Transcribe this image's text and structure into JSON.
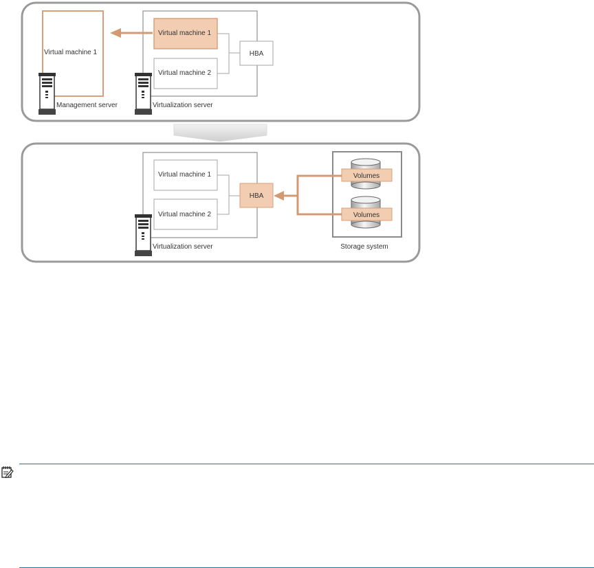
{
  "diagram": {
    "top_panel": {
      "management_server_label": "Management server",
      "virtualization_server_label": "Virtualization server",
      "vm_on_management": "Virtual machine 1",
      "vm1": "Virtual machine 1",
      "vm2": "Virtual machine 2",
      "hba": "HBA"
    },
    "bottom_panel": {
      "virtualization_server_label": "Virtualization server",
      "vm1": "Virtual machine 1",
      "vm2": "Virtual machine 2",
      "hba": "HBA",
      "storage_system_label": "Storage system",
      "volumes": [
        "Volumes",
        "Volumes"
      ]
    }
  },
  "note": {
    "icon": "note-pad-icon"
  },
  "colors": {
    "accent_fill": "#f2cdb2",
    "accent_stroke": "#d8a07a",
    "arrow": "#d19a72",
    "panel_border": "#9a9a9a",
    "rule": "#2a6f94"
  }
}
